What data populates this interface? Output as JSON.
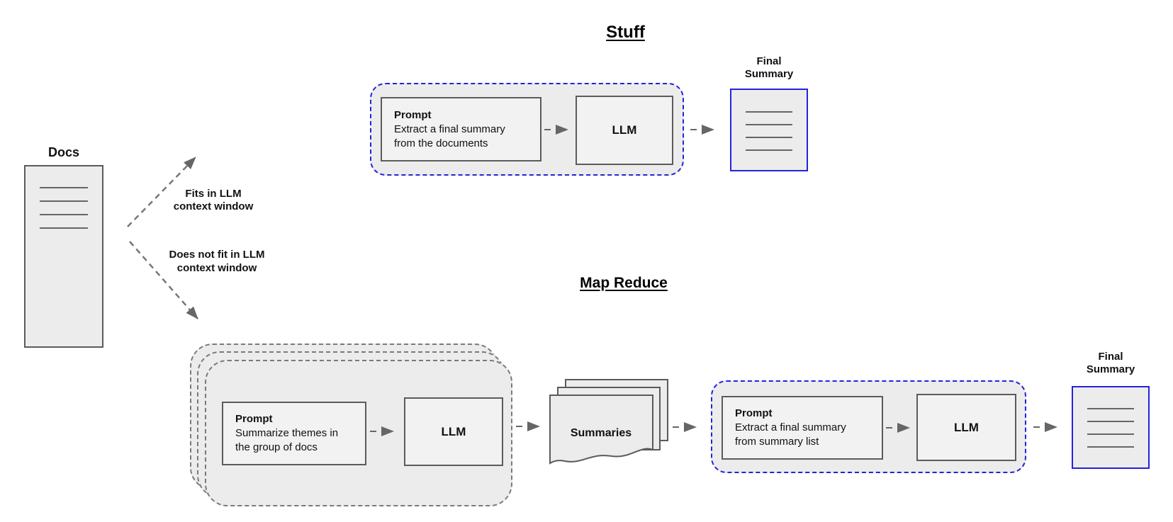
{
  "colors": {
    "accent_blue": "#2323dc",
    "box_border": "#5b5b5b",
    "arrow_gray": "#666666",
    "container_fill": "#ececec",
    "box_fill": "#f2f2f2"
  },
  "docs": {
    "label": "Docs"
  },
  "branch_labels": {
    "fits": "Fits in LLM\ncontext window",
    "does_not_fit": "Does not fit in LLM\ncontext window"
  },
  "stuff": {
    "title": "Stuff",
    "prompt_title": "Prompt",
    "prompt_body": "Extract a final summary\nfrom the documents",
    "llm_label": "LLM",
    "output_label": "Final\nSummary"
  },
  "map_reduce": {
    "title": "Map Reduce",
    "map_prompt_title": "Prompt",
    "map_prompt_body": "Summarize themes in\nthe group of docs",
    "map_llm_label": "LLM",
    "summaries_label": "Summaries",
    "reduce_prompt_title": "Prompt",
    "reduce_prompt_body": "Extract a final summary\nfrom summary list",
    "reduce_llm_label": "LLM",
    "output_label": "Final\nSummary"
  }
}
